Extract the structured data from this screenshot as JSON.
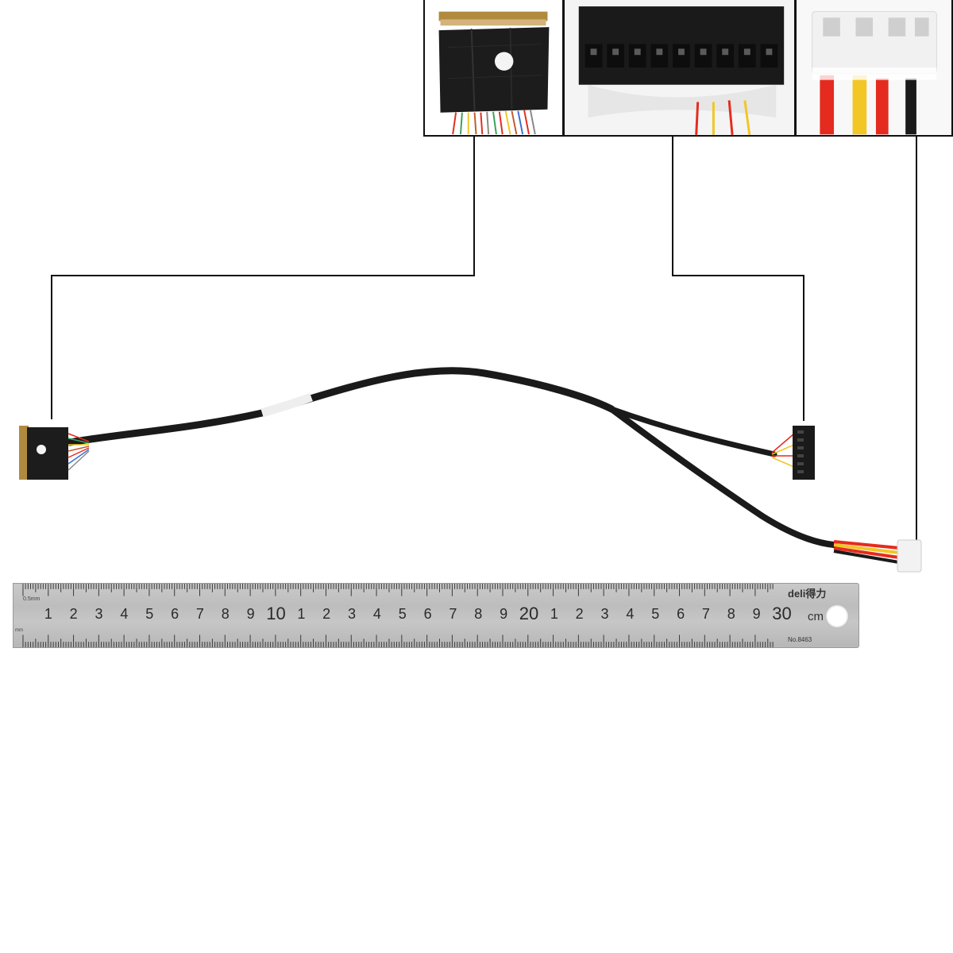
{
  "image": {
    "description_colors": {
      "background": "#ffffff",
      "callout_line": "#111111",
      "cable_black": "#1a1a1a",
      "connector_gold": "#b08a3e",
      "wire_red": "#e52b1f",
      "wire_yellow": "#f2c624",
      "ruler_steel": "#c4c4c4"
    }
  },
  "ruler": {
    "brand": "deli得力",
    "unit": "cm",
    "model": "No.8463",
    "mm_label_top": "0.5mm",
    "mm_label_bottom": "mm",
    "numbers": [
      "1",
      "2",
      "3",
      "4",
      "5",
      "6",
      "7",
      "8",
      "9",
      "10",
      "1",
      "2",
      "3",
      "4",
      "5",
      "6",
      "7",
      "8",
      "9",
      "20",
      "1",
      "2",
      "3",
      "4",
      "5",
      "6",
      "7",
      "8",
      "9",
      "30"
    ]
  }
}
